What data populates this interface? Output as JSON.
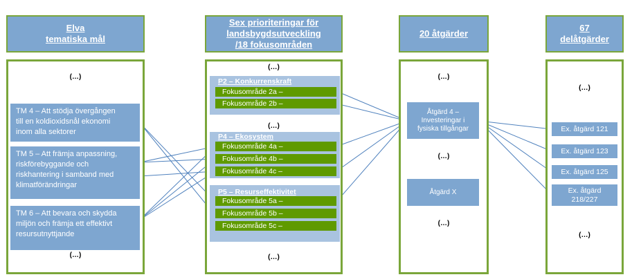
{
  "headers": {
    "goals": "Elva\ntematiska mål",
    "priorities": "Sex prioriteringar för\nlandsbygdsutveckling\n/18 fokusområden",
    "measures": "20 åtgärder",
    "submeasures": "67\ndelåtgärder"
  },
  "ellipsis": "(…)",
  "goals": [
    "TM 4 – Att stödja övergången\ntill en koldioxidsnål ekonomi\ninom alla sektorer",
    "TM 5 – Att främja anpassning,\nriskförebyggande och\nriskhantering i samband med\nklimatförändringar",
    "TM 6 – Att bevara och skydda\nmiljön och främja ett effektivt\nresursutnyttjande"
  ],
  "priorities": [
    {
      "title": "P2 – Konkurrenskraft",
      "focus": [
        "Fokusområde 2a –",
        "Fokusområde 2b –"
      ]
    },
    {
      "title": "P4 – Ekosystem",
      "focus": [
        "Fokusområde 4a –",
        "Fokusområde 4b –",
        "Fokusområde 4c –"
      ]
    },
    {
      "title": "P5 – Resurseffektivitet",
      "focus": [
        "Fokusområde 5a –",
        "Fokusområde 5b –",
        "Fokusområde 5c –"
      ]
    }
  ],
  "measures": [
    "Åtgärd 4 –\nInvesteringar i\nfysiska tillgångar",
    "Åtgärd X"
  ],
  "submeasures": [
    "Ex. åtgärd 121",
    "Ex. åtgärd 123",
    "Ex. åtgärd 125",
    "Ex. åtgärd\n218/227"
  ],
  "colors": {
    "header_fill": "#7ea6d0",
    "border_green": "#7aa63a",
    "focus_green": "#5f9a00",
    "priority_fill": "#a9c3e0",
    "line_blue": "#4f81bd"
  }
}
